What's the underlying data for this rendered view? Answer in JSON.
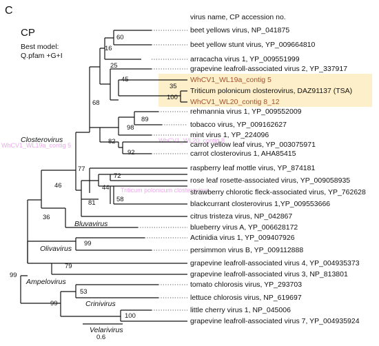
{
  "panel_label": "C",
  "tree_title": "CP",
  "model_lines": [
    "Best model:",
    "Q.pfam +G+I"
  ],
  "header": "virus name, CP accession  no.",
  "scale_label": "0.6",
  "highlight_color": "#fdefc9",
  "taxa": [
    {
      "label": "beet yellows virus, NP_041875",
      "highlight": false
    },
    {
      "label": "beet yellow stunt virus, YP_009664810",
      "highlight": false
    },
    {
      "label": "arracacha virus 1, YP_009551999",
      "highlight": false
    },
    {
      "label": "grapevine leafroll-associated virus 2,  YP_337917",
      "highlight": false
    },
    {
      "label": "WhCV1_WL19a_contig 5",
      "highlight": true
    },
    {
      "label": "Triticum polonicum closterovirus, DAZ91137 (TSA)",
      "highlight": true
    },
    {
      "label": "WhCV1_WL20_contig 8_12",
      "highlight": true
    },
    {
      "label": "rehmannia virus 1, YP_009552009",
      "highlight": false
    },
    {
      "label": "tobacco virus,  YP_009162627",
      "highlight": false
    },
    {
      "label": "mint virus 1,  YP_224096",
      "highlight": false
    },
    {
      "label": "carrot yellow leaf virus, YP_003075971",
      "highlight": false
    },
    {
      "label": "carrot closterovirus 1, AHA85415",
      "highlight": false
    },
    {
      "label": "raspberry leaf mottle virus, YP_874181",
      "highlight": false
    },
    {
      "label": "rose leaf rosette-associated virus, YP_009058935",
      "highlight": false
    },
    {
      "label": "strawberry chlorotic fleck-associated virus, YP_762628",
      "highlight": false
    },
    {
      "label": "blackcurrant closterovirus 1,YP_009553666",
      "highlight": false
    },
    {
      "label": "citrus tristeza virus,  NP_042867",
      "highlight": false
    },
    {
      "label": "blueberry virus A, YP_006628172",
      "highlight": false
    },
    {
      "label": "Actinidia virus 1, YP_009407926",
      "highlight": false
    },
    {
      "label": "persimmon virus B, YP_009112888",
      "highlight": false
    },
    {
      "label": "grapevine leafroll-associated virus 4, YP_004935373",
      "highlight": false
    },
    {
      "label": "grapevine leafroll-associated virus 3, NP_813801",
      "highlight": false
    },
    {
      "label": "tomato chlorosis virus, YP_293703",
      "highlight": false
    },
    {
      "label": "lettuce chlorosis virus, NP_619697",
      "highlight": false
    },
    {
      "label": "little cherry virus 1, NP_045006",
      "highlight": false
    },
    {
      "label": "grapevine leafroll-associated virus 7, YP_004935924",
      "highlight": false
    }
  ],
  "bootstrap": [
    "60",
    "16",
    "25",
    "45",
    "35",
    "100",
    "68",
    "89",
    "98",
    "82",
    "92",
    "77",
    "72",
    "44",
    "58",
    "81",
    "46",
    "36",
    "99",
    "99",
    "79",
    "53",
    "99",
    "100"
  ],
  "genera": [
    "Closterovirus",
    "Bluvavirus",
    "Olivavirus",
    "Ampelovirus",
    "Crinivirus",
    "Velarivirus"
  ],
  "ghost_labels": [
    "WhCV1_WL19a_contig 5",
    "WhCV1_WL20_contig 8",
    "Triticum polonicum closterovirus"
  ]
}
